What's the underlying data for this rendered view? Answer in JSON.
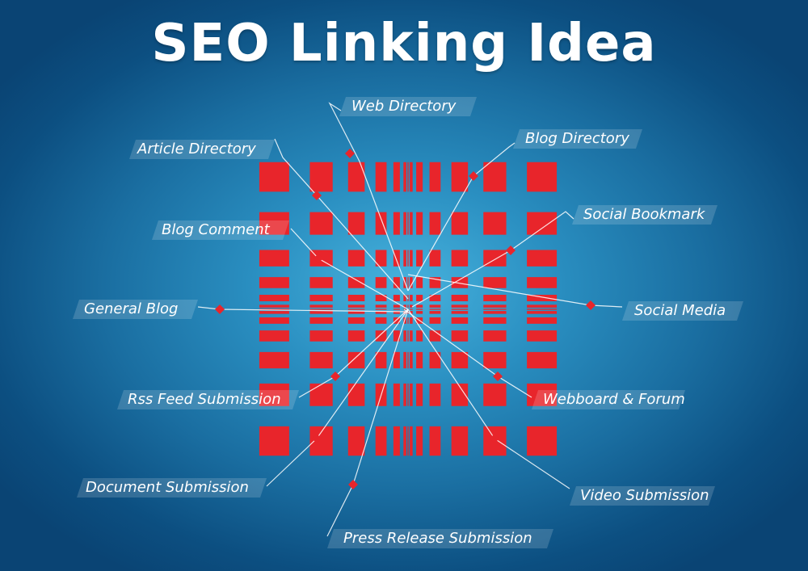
{
  "title": "SEO Linking Idea",
  "colors": {
    "background": "#1a6ea1",
    "accent": "#e8252b",
    "text": "#ffffff"
  },
  "labels": [
    {
      "id": "web-directory",
      "text": "Web Directory"
    },
    {
      "id": "blog-directory",
      "text": "Blog Directory"
    },
    {
      "id": "article-directory",
      "text": "Article Directory"
    },
    {
      "id": "social-bookmark",
      "text": "Social Bookmark"
    },
    {
      "id": "blog-comment",
      "text": "Blog Comment"
    },
    {
      "id": "social-media",
      "text": "Social Media"
    },
    {
      "id": "general-blog",
      "text": "General Blog"
    },
    {
      "id": "webboard-forum",
      "text": "Webboard & Forum"
    },
    {
      "id": "rss-feed-submission",
      "text": "Rss Feed Submission"
    },
    {
      "id": "video-submission",
      "text": "Video Submission"
    },
    {
      "id": "document-submission",
      "text": "Document Submission"
    },
    {
      "id": "press-release-submission",
      "text": "Press Release Submission"
    }
  ]
}
